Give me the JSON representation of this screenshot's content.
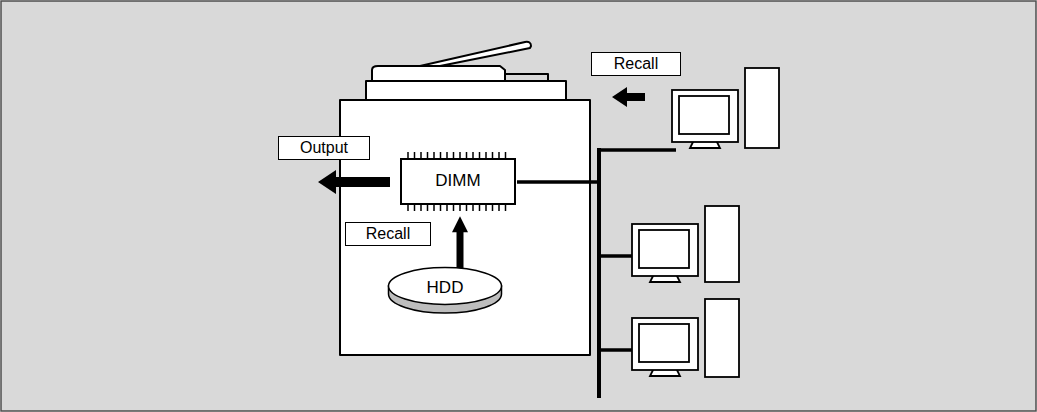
{
  "diagram": {
    "nodes": [
      {
        "text": [
          "Recall"
        ]
      },
      {
        "text": [
          "Output"
        ]
      },
      {
        "text": [
          "DIMM"
        ]
      },
      {
        "text": [
          "Recall"
        ]
      },
      {
        "text": [
          "HDD"
        ]
      }
    ],
    "edges": [
      {
        "from": 4,
        "to": 2,
        "arrow": "to"
      }
    ]
  }
}
